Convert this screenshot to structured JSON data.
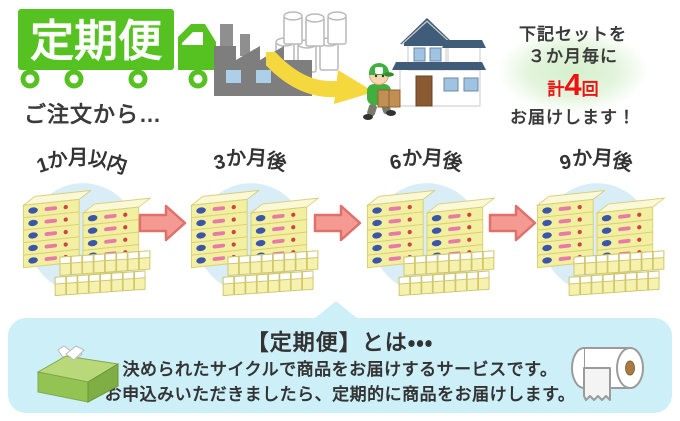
{
  "header": {
    "logo_text": "定期便",
    "info": {
      "line1": "下記セットを",
      "line2": "３か月毎に",
      "count_prefix": "計",
      "count_number": "4",
      "count_suffix": "回",
      "line4": "お届けします！"
    }
  },
  "order_label": "ご注文から…",
  "stages": [
    {
      "label": "1か月以内"
    },
    {
      "label": "3か月後"
    },
    {
      "label": "6か月後"
    },
    {
      "label": "9か月後"
    }
  ],
  "callout": {
    "title": "【定期便】とは・・・",
    "line1": "決められたサイクルで商品をお届けするサービスです。",
    "line2": "お申込みいただきましたら、定期的に商品をお届けします。"
  },
  "colors": {
    "brand_green": "#56c222",
    "arrow_pink": "#f49a92",
    "arrow_pink_border": "#e0706a",
    "callout_bg": "#cdeff8",
    "accent_red": "#ee1111",
    "text_dark": "#333333",
    "circle_blue": "#d9edf6"
  }
}
